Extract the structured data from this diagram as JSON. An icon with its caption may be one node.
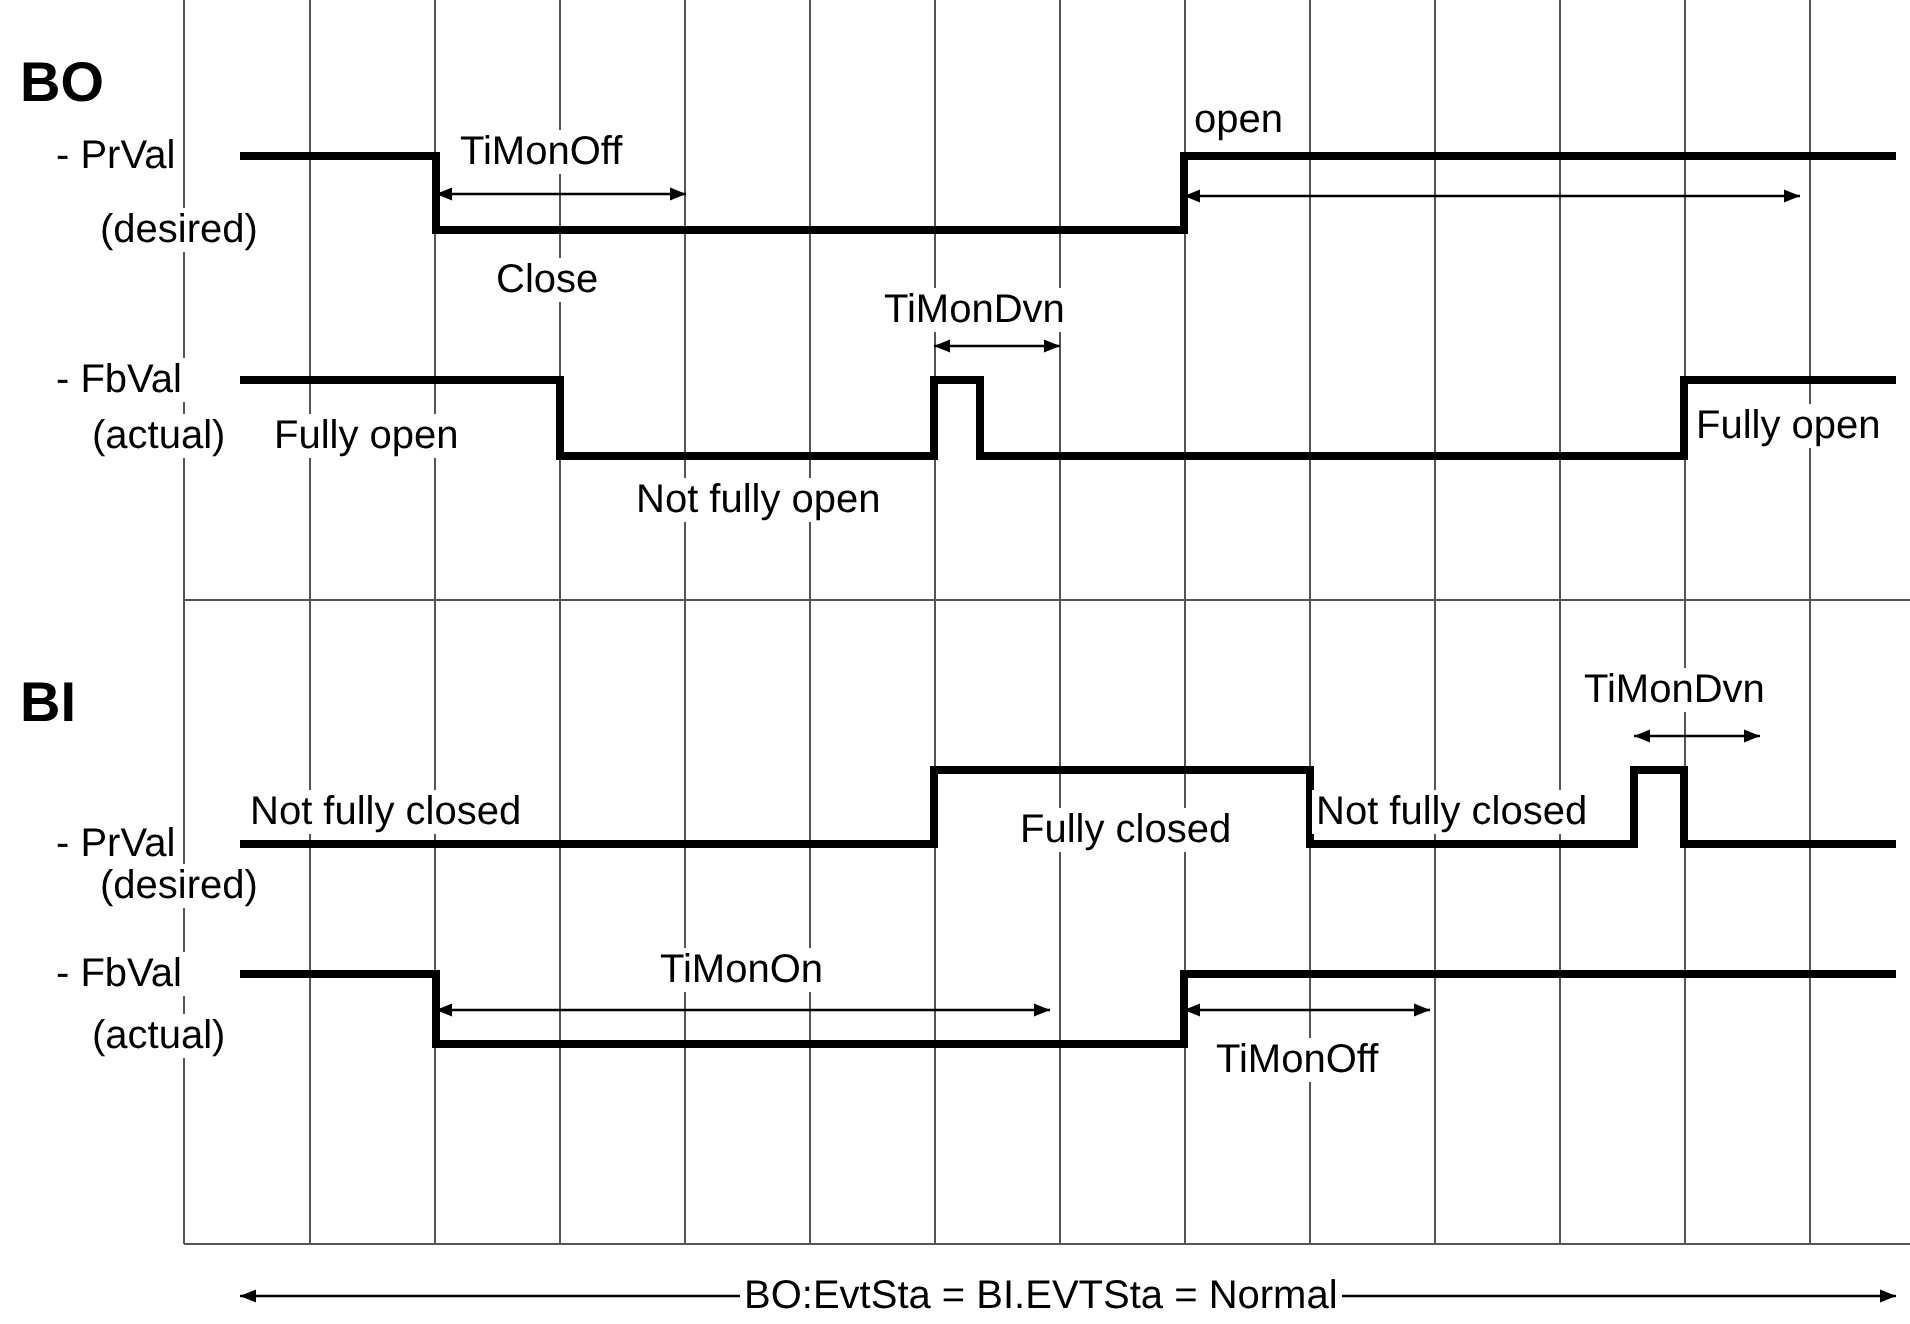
{
  "diagram": {
    "labels": [
      "BO",
      "- PrVal",
      "TiMonOff",
      "open",
      "(desired)",
      "Close",
      "TiMonDvn",
      "- FbVal",
      "(actual)",
      "Fully open",
      "Fully open",
      "Not fully open",
      "BI",
      "TiMonDvn",
      "Not fully closed",
      "Fully closed",
      "Not fully closed",
      "- PrVal",
      "(desired)",
      "- FbVal",
      "TiMonOn",
      "(actual)",
      "TiMonOff",
      "BO:EvtSta = BI.EVTSta = Normal"
    ]
  }
}
